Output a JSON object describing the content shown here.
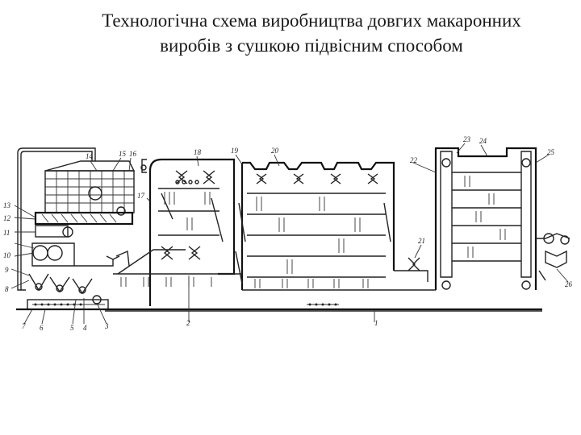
{
  "title": {
    "line1": "Технологічна схема виробництва довгих макаронних",
    "line2": "виробів з сушкою підвісним способом"
  },
  "labels": {
    "n1": "1",
    "n2": "2",
    "n3": "3",
    "n4": "4",
    "n5": "5",
    "n6": "6",
    "n7": "7",
    "n8": "8",
    "n9": "9",
    "n10": "10",
    "n11": "11",
    "n12": "12",
    "n13": "13",
    "n14": "14",
    "n15": "15",
    "n16": "16",
    "n17": "17",
    "n18": "18",
    "n19": "19",
    "n20": "20",
    "n21": "21",
    "n22": "22",
    "n23": "23",
    "n24": "24",
    "n25": "25",
    "n26": "26"
  }
}
